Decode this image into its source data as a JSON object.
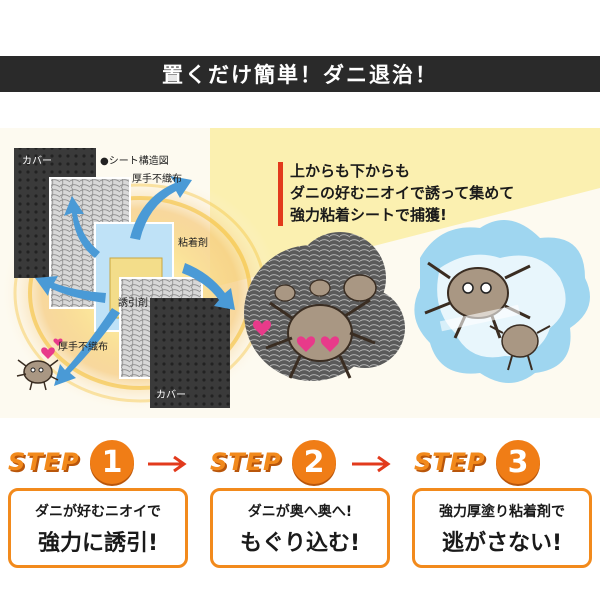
{
  "banner": {
    "title": "置くだけ簡単！ダニ退治！"
  },
  "diagram": {
    "structure_title": "●シート構造図",
    "labels": {
      "cover_top": "カバー",
      "thick_nonwoven_top": "厚手不織布",
      "adhesive": "粘着剤",
      "attractant": "誘引剤",
      "thick_nonwoven_bottom": "厚手不織布",
      "cover_bottom": "カバー"
    }
  },
  "copy": {
    "line1": "上からも下からも",
    "line2": "ダニの好むニオイで誘って集めて",
    "line3": "強力粘着シートで捕獲!"
  },
  "steps": [
    {
      "label": "STEP",
      "number": "1",
      "line1": "ダニが好むニオイで",
      "line2": "強力に誘引!"
    },
    {
      "label": "STEP",
      "number": "2",
      "line1": "ダニが奥へ奥へ!",
      "line2": "もぐり込む!"
    },
    {
      "label": "STEP",
      "number": "3",
      "line1": "強力厚塗り粘着剤で",
      "line2": "逃がさない!"
    }
  ],
  "colors": {
    "banner_bg": "#2a2a2a",
    "accent_orange": "#f28a1c",
    "accent_red": "#e23a1c",
    "arrow_blue": "#4a9ad6",
    "glow_yellow": "#f5c23a"
  },
  "icons": [
    "mite-icon",
    "heart-icon",
    "splash-icon",
    "arrow-right-icon"
  ]
}
